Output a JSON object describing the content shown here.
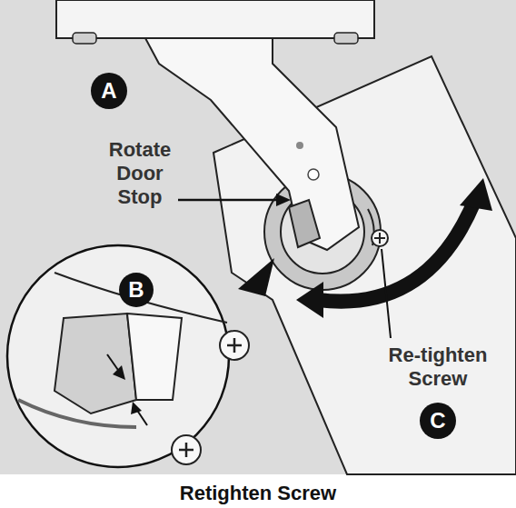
{
  "diagram": {
    "caption": "Retighten Screw",
    "labels": [
      "A",
      "Rotate Door Stop",
      "B",
      "Re-tighten Screw",
      "C"
    ]
  }
}
